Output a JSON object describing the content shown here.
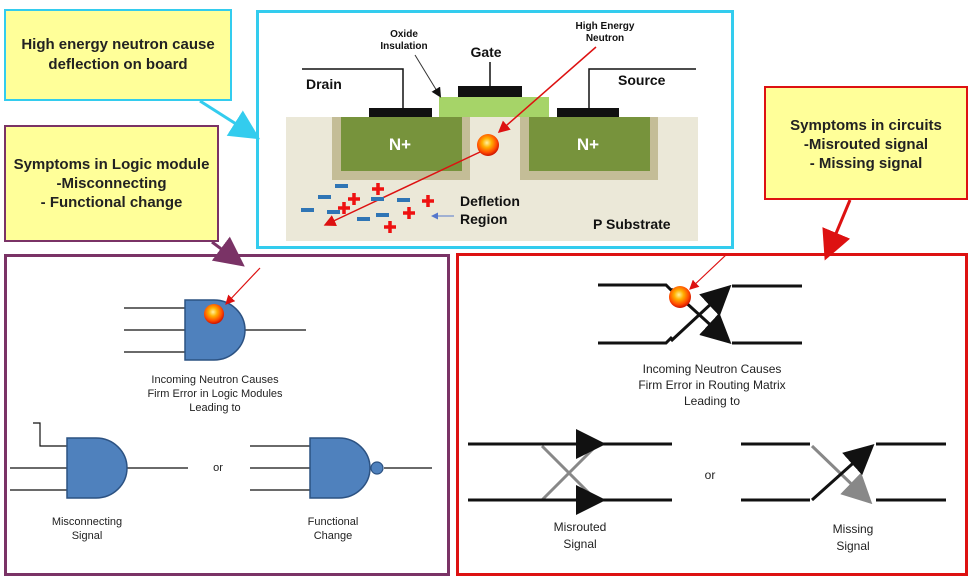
{
  "callouts": {
    "neutron": "High energy neutron cause deflection on board",
    "logic": [
      "Symptoms in Logic module",
      "-Misconnecting",
      "- Functional change"
    ],
    "circuits": [
      "Symptoms in circuits",
      "-Misrouted signal",
      "- Missing signal"
    ]
  },
  "transistor": {
    "oxide": [
      "Oxide",
      "Insulation"
    ],
    "gate": "Gate",
    "high_energy": [
      "High Energy",
      "Neutron"
    ],
    "drain": "Drain",
    "source": "Source",
    "n_left": "N+",
    "n_right": "N+",
    "defletion": [
      "Defletion",
      "Region"
    ],
    "substrate": "P Substrate"
  },
  "logic_panel": {
    "caption": [
      "Incoming Neutron Causes",
      "Firm Error in Logic Modules",
      "Leading to"
    ],
    "or": "or",
    "misconnecting": [
      "Misconnecting",
      "Signal"
    ],
    "functional": [
      "Functional",
      "Change"
    ]
  },
  "routing_panel": {
    "caption": [
      "Incoming Neutron Causes",
      "Firm Error in Routing Matrix",
      "Leading to"
    ],
    "or": "or",
    "misrouted": [
      "Misrouted",
      "Signal"
    ],
    "missing": [
      "Missing",
      "Signal"
    ]
  },
  "colors": {
    "cyan_border": "#33ccee",
    "purple_border": "#7a3366",
    "red_border": "#dd1111",
    "callout_fill": "#ffff99",
    "gate_blue": "#4f81bd",
    "n_green": "#77933c",
    "gate_green": "#a6d468"
  }
}
